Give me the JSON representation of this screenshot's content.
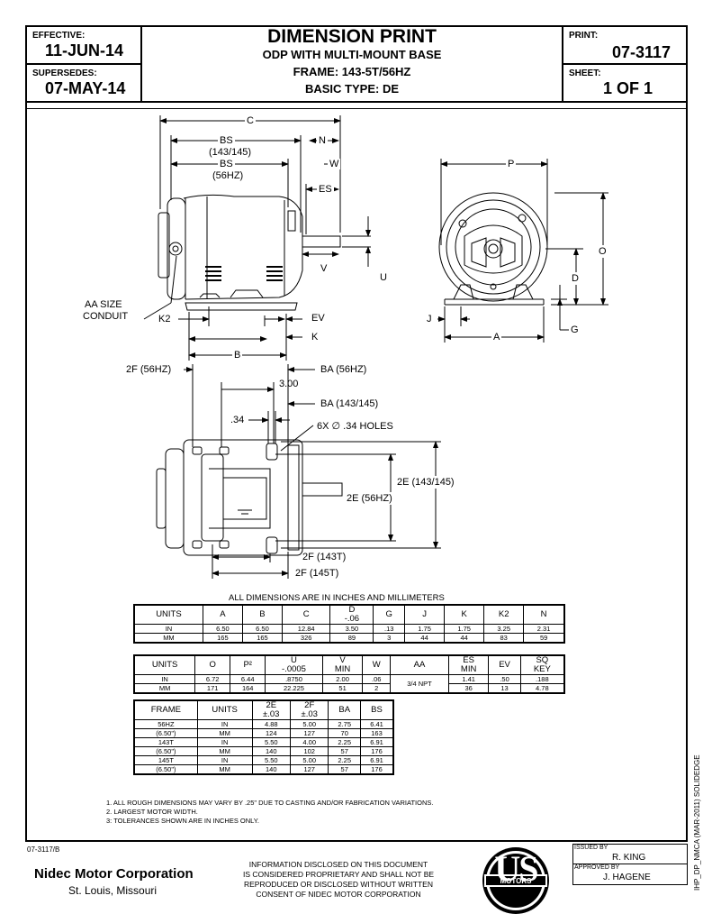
{
  "header": {
    "effective_label": "EFFECTIVE:",
    "effective": "11-JUN-14",
    "supersedes_label": "SUPERSEDES:",
    "supersedes": "07-MAY-14",
    "title": "DIMENSION PRINT",
    "line1": "ODP WITH MULTI-MOUNT BASE",
    "line2": "FRAME:  143-5T/56HZ",
    "line3": "BASIC TYPE:  DE",
    "print_label": "PRINT:",
    "print": "07-3117",
    "sheet_label": "SHEET:",
    "sheet": "1  OF  1"
  },
  "drawing": {
    "side": {
      "c": "C",
      "bs143": "BS",
      "bs143b": "(143/145)",
      "bs56": "BS",
      "bs56b": "(56HZ)",
      "n": "N",
      "w": "W",
      "es": "ES",
      "v": "V",
      "u": "U",
      "aa": "AA SIZE",
      "aa2": "CONDUIT",
      "k2": "K2",
      "ev": "EV",
      "k": "K",
      "b": "B"
    },
    "end": {
      "p": "P",
      "o": "O",
      "d": "D",
      "j": "J",
      "a": "A",
      "g": "G"
    },
    "bottom": {
      "f56": "2F (56HZ)",
      "ba56": "BA (56HZ)",
      "three": "3.00",
      "ba143": "BA (143/145)",
      "p34": ".34",
      "holes": "6X ∅ .34 HOLES",
      "e143": "2E (143/145)",
      "e56": "2E (56HZ)",
      "f143": "2F (143T)",
      "f145": "2F (145T)"
    }
  },
  "tables": {
    "caption": "ALL DIMENSIONS ARE IN INCHES AND MILLIMETERS",
    "t1": {
      "headers": [
        "UNITS",
        "A",
        "B",
        "C",
        "D\n-.06",
        "G",
        "J",
        "K",
        "K2",
        "N"
      ],
      "rows": [
        [
          "IN",
          "6.50",
          "6.50",
          "12.84",
          "3.50",
          ".13",
          "1.75",
          "1.75",
          "3.25",
          "2.31"
        ],
        [
          "MM",
          "165",
          "165",
          "326",
          "89",
          "3",
          "44",
          "44",
          "83",
          "59"
        ]
      ]
    },
    "t2": {
      "headers": [
        "UNITS",
        "O",
        "P²",
        "U\n-.0005",
        "V\nMIN",
        "W",
        "AA",
        "ES\nMIN",
        "EV",
        "SQ\nKEY"
      ],
      "rows": [
        [
          "IN",
          "6.72",
          "6.44",
          ".8750",
          "2.00",
          ".06",
          "3/4 NPT",
          "1.41",
          ".50",
          ".188"
        ],
        [
          "MM",
          "171",
          "164",
          "22.225",
          "51",
          "2",
          "",
          "36",
          "13",
          "4.78"
        ]
      ]
    },
    "t3": {
      "headers": [
        "FRAME",
        "UNITS",
        "2E\n±.03",
        "2F\n±.03",
        "BA",
        "BS"
      ],
      "rows": [
        [
          "56HZ",
          "IN",
          "4.88",
          "5.00",
          "2.75",
          "6.41"
        ],
        [
          "(6.50\")",
          "MM",
          "124",
          "127",
          "70",
          "163"
        ],
        [
          "143T",
          "IN",
          "5.50",
          "4.00",
          "2.25",
          "6.91"
        ],
        [
          "(6.50\")",
          "MM",
          "140",
          "102",
          "57",
          "176"
        ],
        [
          "145T",
          "IN",
          "5.50",
          "5.00",
          "2.25",
          "6.91"
        ],
        [
          "(6.50\")",
          "MM",
          "140",
          "127",
          "57",
          "176"
        ]
      ]
    }
  },
  "notes": [
    "1. ALL ROUGH DIMENSIONS MAY VARY BY .25\" DUE TO CASTING AND/OR FABRICATION VARIATIONS.",
    "2. LARGEST MOTOR WIDTH.",
    "3: TOLERANCES SHOWN ARE IN INCHES ONLY."
  ],
  "side_text": "IHP_DP_NMCA (MAR-2011) SOLIDEDGE",
  "footer": {
    "doc_id": "07-3117/B",
    "company": "Nidec Motor Corporation",
    "city": "St. Louis, Missouri",
    "disclaimer": [
      "INFORMATION DISCLOSED ON THIS DOCUMENT",
      "IS CONSIDERED PROPRIETARY AND SHALL NOT BE",
      "REPRODUCED OR DISCLOSED WITHOUT WRITTEN",
      "CONSENT OF NIDEC MOTOR CORPORATION"
    ],
    "logo_text": "US",
    "logo_band": "MOTORS",
    "issued_label": "ISSUED BY",
    "issued_by": "R. KING",
    "approved_label": "APPROVED BY",
    "approved_by": "J. HAGENE"
  }
}
